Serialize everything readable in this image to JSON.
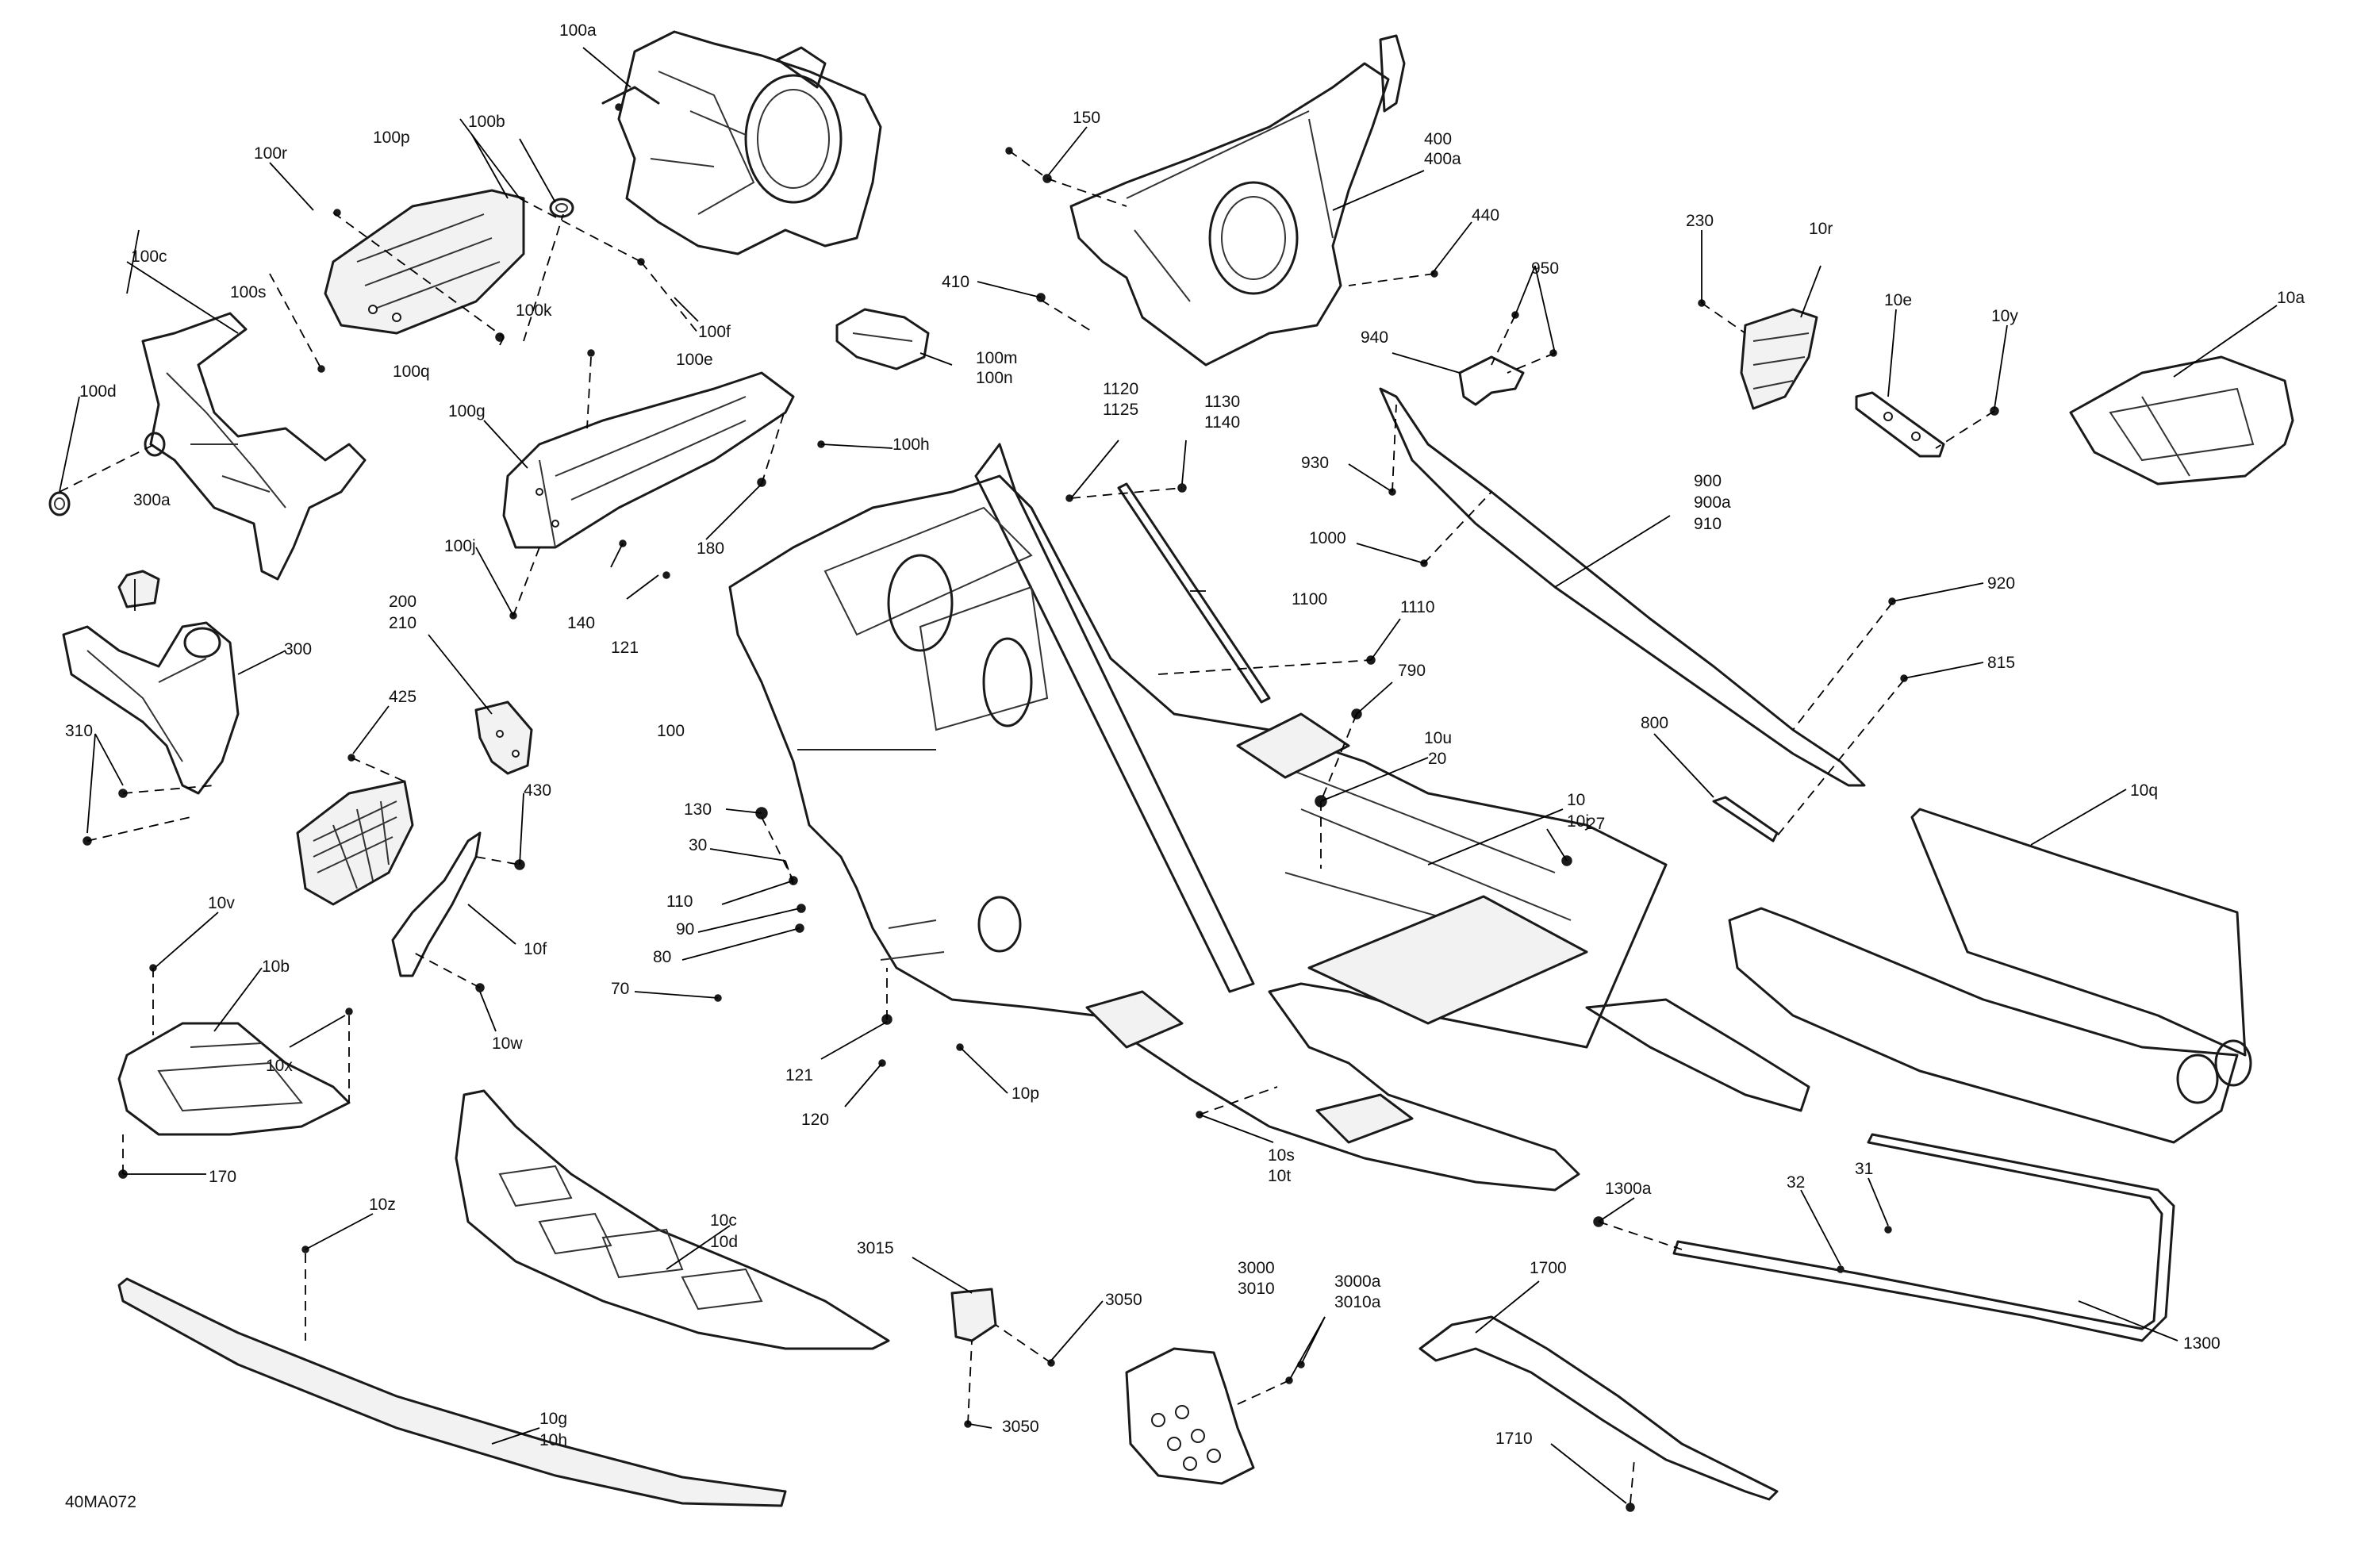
{
  "diagram_code": "40MA072",
  "labels": {
    "l100a": "100a",
    "l100b": "100b",
    "l100p": "100p",
    "l100r": "100r",
    "l100c": "100c",
    "l100s": "100s",
    "l100d": "100d",
    "l100q": "100q",
    "l100f": "100f",
    "l100e": "100e",
    "l100k": "100k",
    "l100m": "100m",
    "l100n": "100n",
    "l100g": "100g",
    "l100h": "100h",
    "l100j": "100j",
    "l180": "180",
    "l140": "140",
    "l121a": "121",
    "l300a": "300a",
    "l300": "300",
    "l310": "310",
    "l200": "200",
    "l210": "210",
    "l425": "425",
    "l430": "430",
    "l100": "100",
    "l10f": "10f",
    "l10w": "10w",
    "l10v": "10v",
    "l10b": "10b",
    "l10x": "10x",
    "l170": "170",
    "l150": "150",
    "l400": "400",
    "l400a": "400a",
    "l440": "440",
    "l410": "410",
    "l1120": "1120",
    "l1125": "1125",
    "l1130": "1130",
    "l1140": "1140",
    "l1100": "1100",
    "l1110": "1110",
    "l950": "950",
    "l940": "940",
    "l930": "930",
    "l1000": "1000",
    "l900": "900",
    "l900a": "900a",
    "l910": "910",
    "l920": "920",
    "l815": "815",
    "l800": "800",
    "l790": "790",
    "l10u": "10u",
    "l20": "20",
    "l10": "10",
    "l10j": "10j",
    "l27": "27",
    "l130": "130",
    "l30": "30",
    "l110": "110",
    "l90": "90",
    "l80": "80",
    "l70": "70",
    "l121b": "121",
    "l120": "120",
    "l10p": "10p",
    "l10s": "10s",
    "l10t": "10t",
    "l230": "230",
    "l10r": "10r",
    "l10e": "10e",
    "l10y": "10y",
    "l10a": "10a",
    "l10q": "10q",
    "l10c": "10c",
    "l10d": "10d",
    "l10z": "10z",
    "l10g": "10g",
    "l10h": "10h",
    "l3015": "3015",
    "l3050a": "3050",
    "l3050b": "3050",
    "l3000": "3000",
    "l3010": "3010",
    "l3000a": "3000a",
    "l3010a": "3010a",
    "l1300a": "1300a",
    "l32": "32",
    "l31": "31",
    "l1300": "1300",
    "l1700": "1700",
    "l1710": "1710"
  }
}
